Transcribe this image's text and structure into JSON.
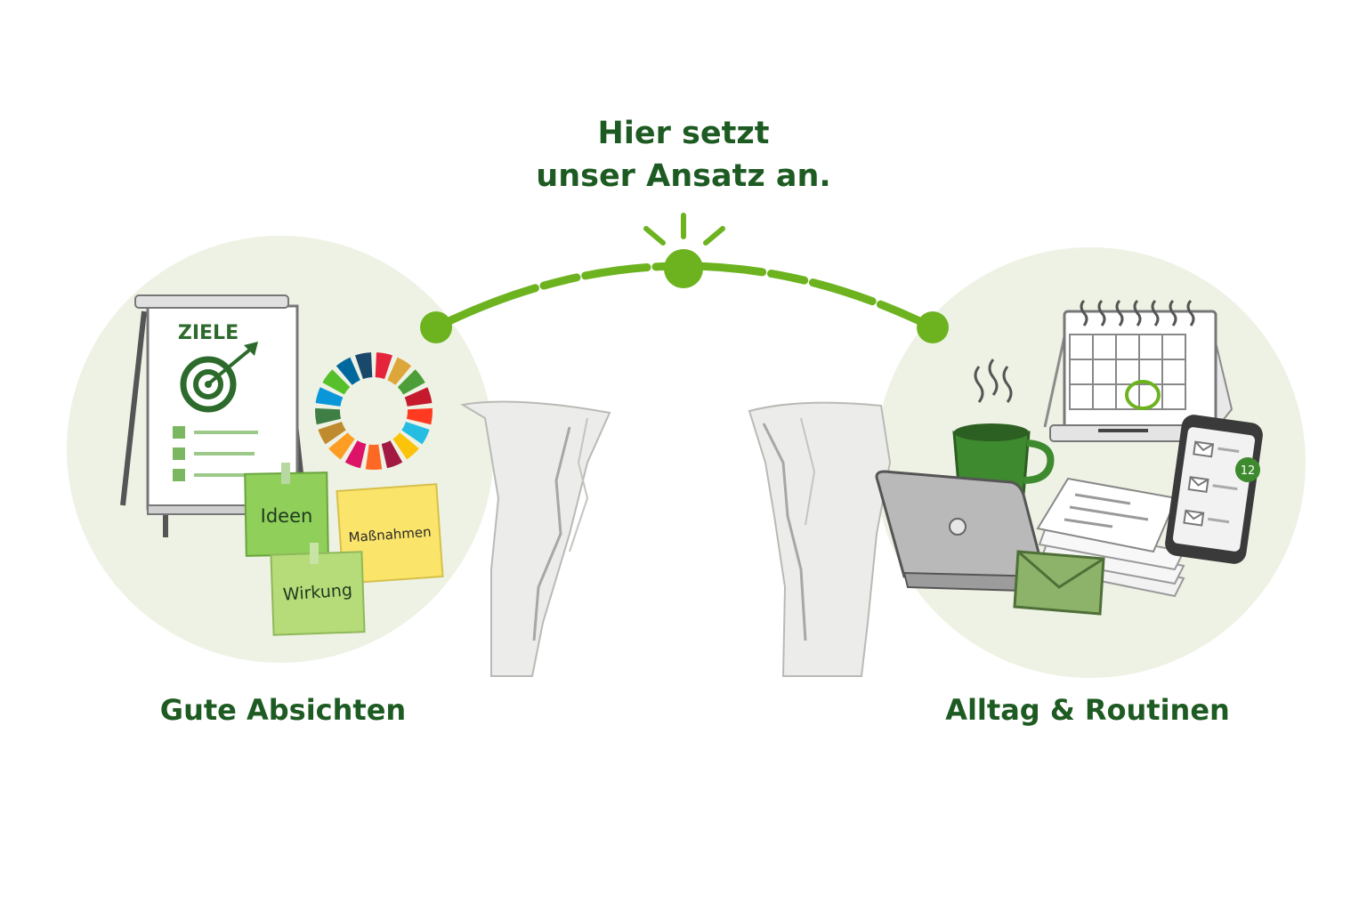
{
  "headline": {
    "line1": "Hier setzt",
    "line2": "unser Ansatz an."
  },
  "left": {
    "caption": "Gute Absichten",
    "flipchart_title": "ZIELE",
    "notes": {
      "ideas": "Ideen",
      "measures": "Maßnahmen",
      "impact": "Wirkung"
    },
    "icons": [
      "flipchart-icon",
      "target-icon",
      "sdg-wheel-icon",
      "checkbox-icon",
      "sticky-note-icon"
    ]
  },
  "right": {
    "caption": "Alltag & Routinen",
    "phone_badge": "12",
    "icons": [
      "calendar-icon",
      "coffee-mug-icon",
      "laptop-icon",
      "document-stack-icon",
      "envelope-icon",
      "smartphone-icon",
      "mail-icon"
    ]
  },
  "colors": {
    "primary_green": "#1e5b22",
    "bridge_green": "#6cb31f",
    "circle_bg": "#eef2e4",
    "sdg": [
      "#e5243b",
      "#dda63a",
      "#4c9f38",
      "#c5192d",
      "#ff3a21",
      "#26bde2",
      "#fcc30b",
      "#a21942",
      "#fd6925",
      "#dd1367",
      "#fd9d24",
      "#bf8b2e",
      "#3f7e44",
      "#0a97d9",
      "#56c02b",
      "#00689d",
      "#19486a"
    ]
  }
}
